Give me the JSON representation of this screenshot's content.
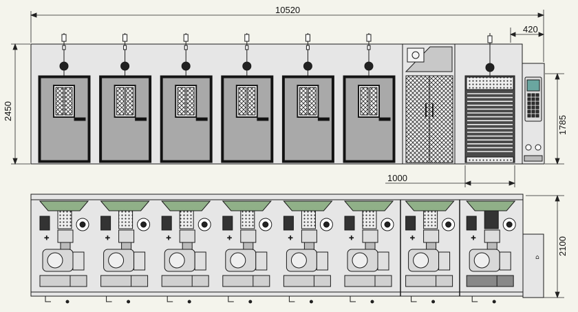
{
  "dimensions": {
    "overall_length": "10520",
    "end_offset": "420",
    "elevation_height": "2450",
    "panel_height": "1785",
    "rack_width": "1000",
    "plan_depth": "2100"
  },
  "colors": {
    "background": "#f4f4ec",
    "cabinet": "#e6e6e6",
    "door": "#a9a9a9",
    "hopper": "#90b088",
    "line": "#1a1a1a",
    "screen": "#6aa6a0"
  },
  "elevation": {
    "bays": 6
  },
  "plan": {
    "modules": 8
  }
}
